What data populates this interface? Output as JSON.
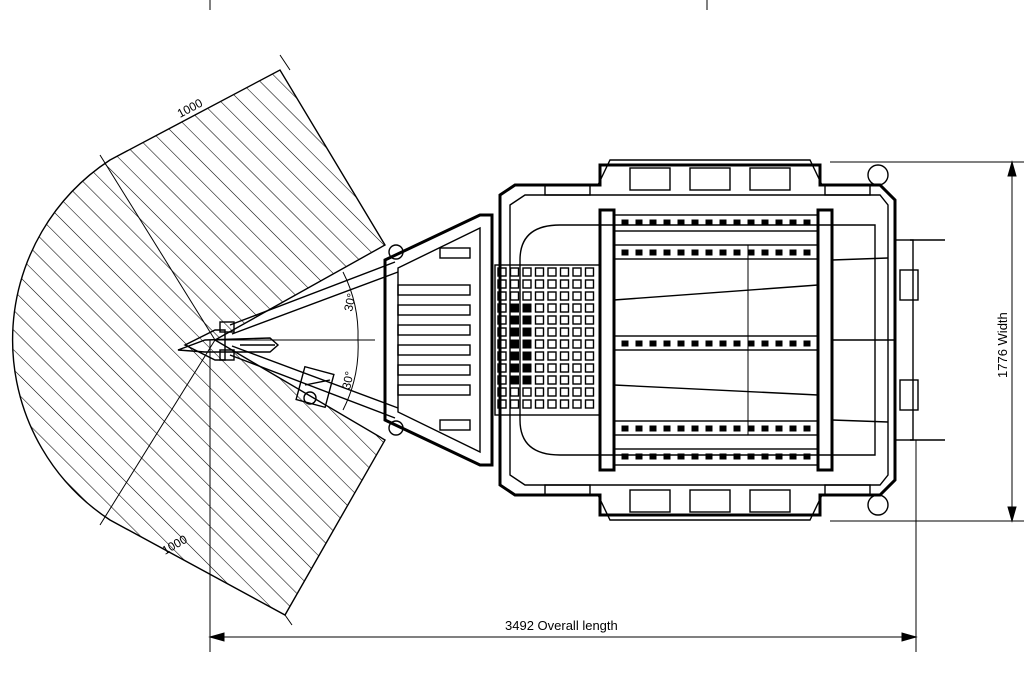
{
  "dimensions": {
    "overall_length": "3492 Overall length",
    "width": "1776 Width",
    "swing_radius_upper": "1000",
    "swing_radius_lower": "1000",
    "angle_upper": "30°",
    "angle_lower": "30°"
  },
  "icons": {
    "trailer": "trailer-top-view-icon",
    "swing_area": "hatched-swing-area-icon"
  },
  "colors": {
    "line": "#000000",
    "background": "#ffffff"
  }
}
